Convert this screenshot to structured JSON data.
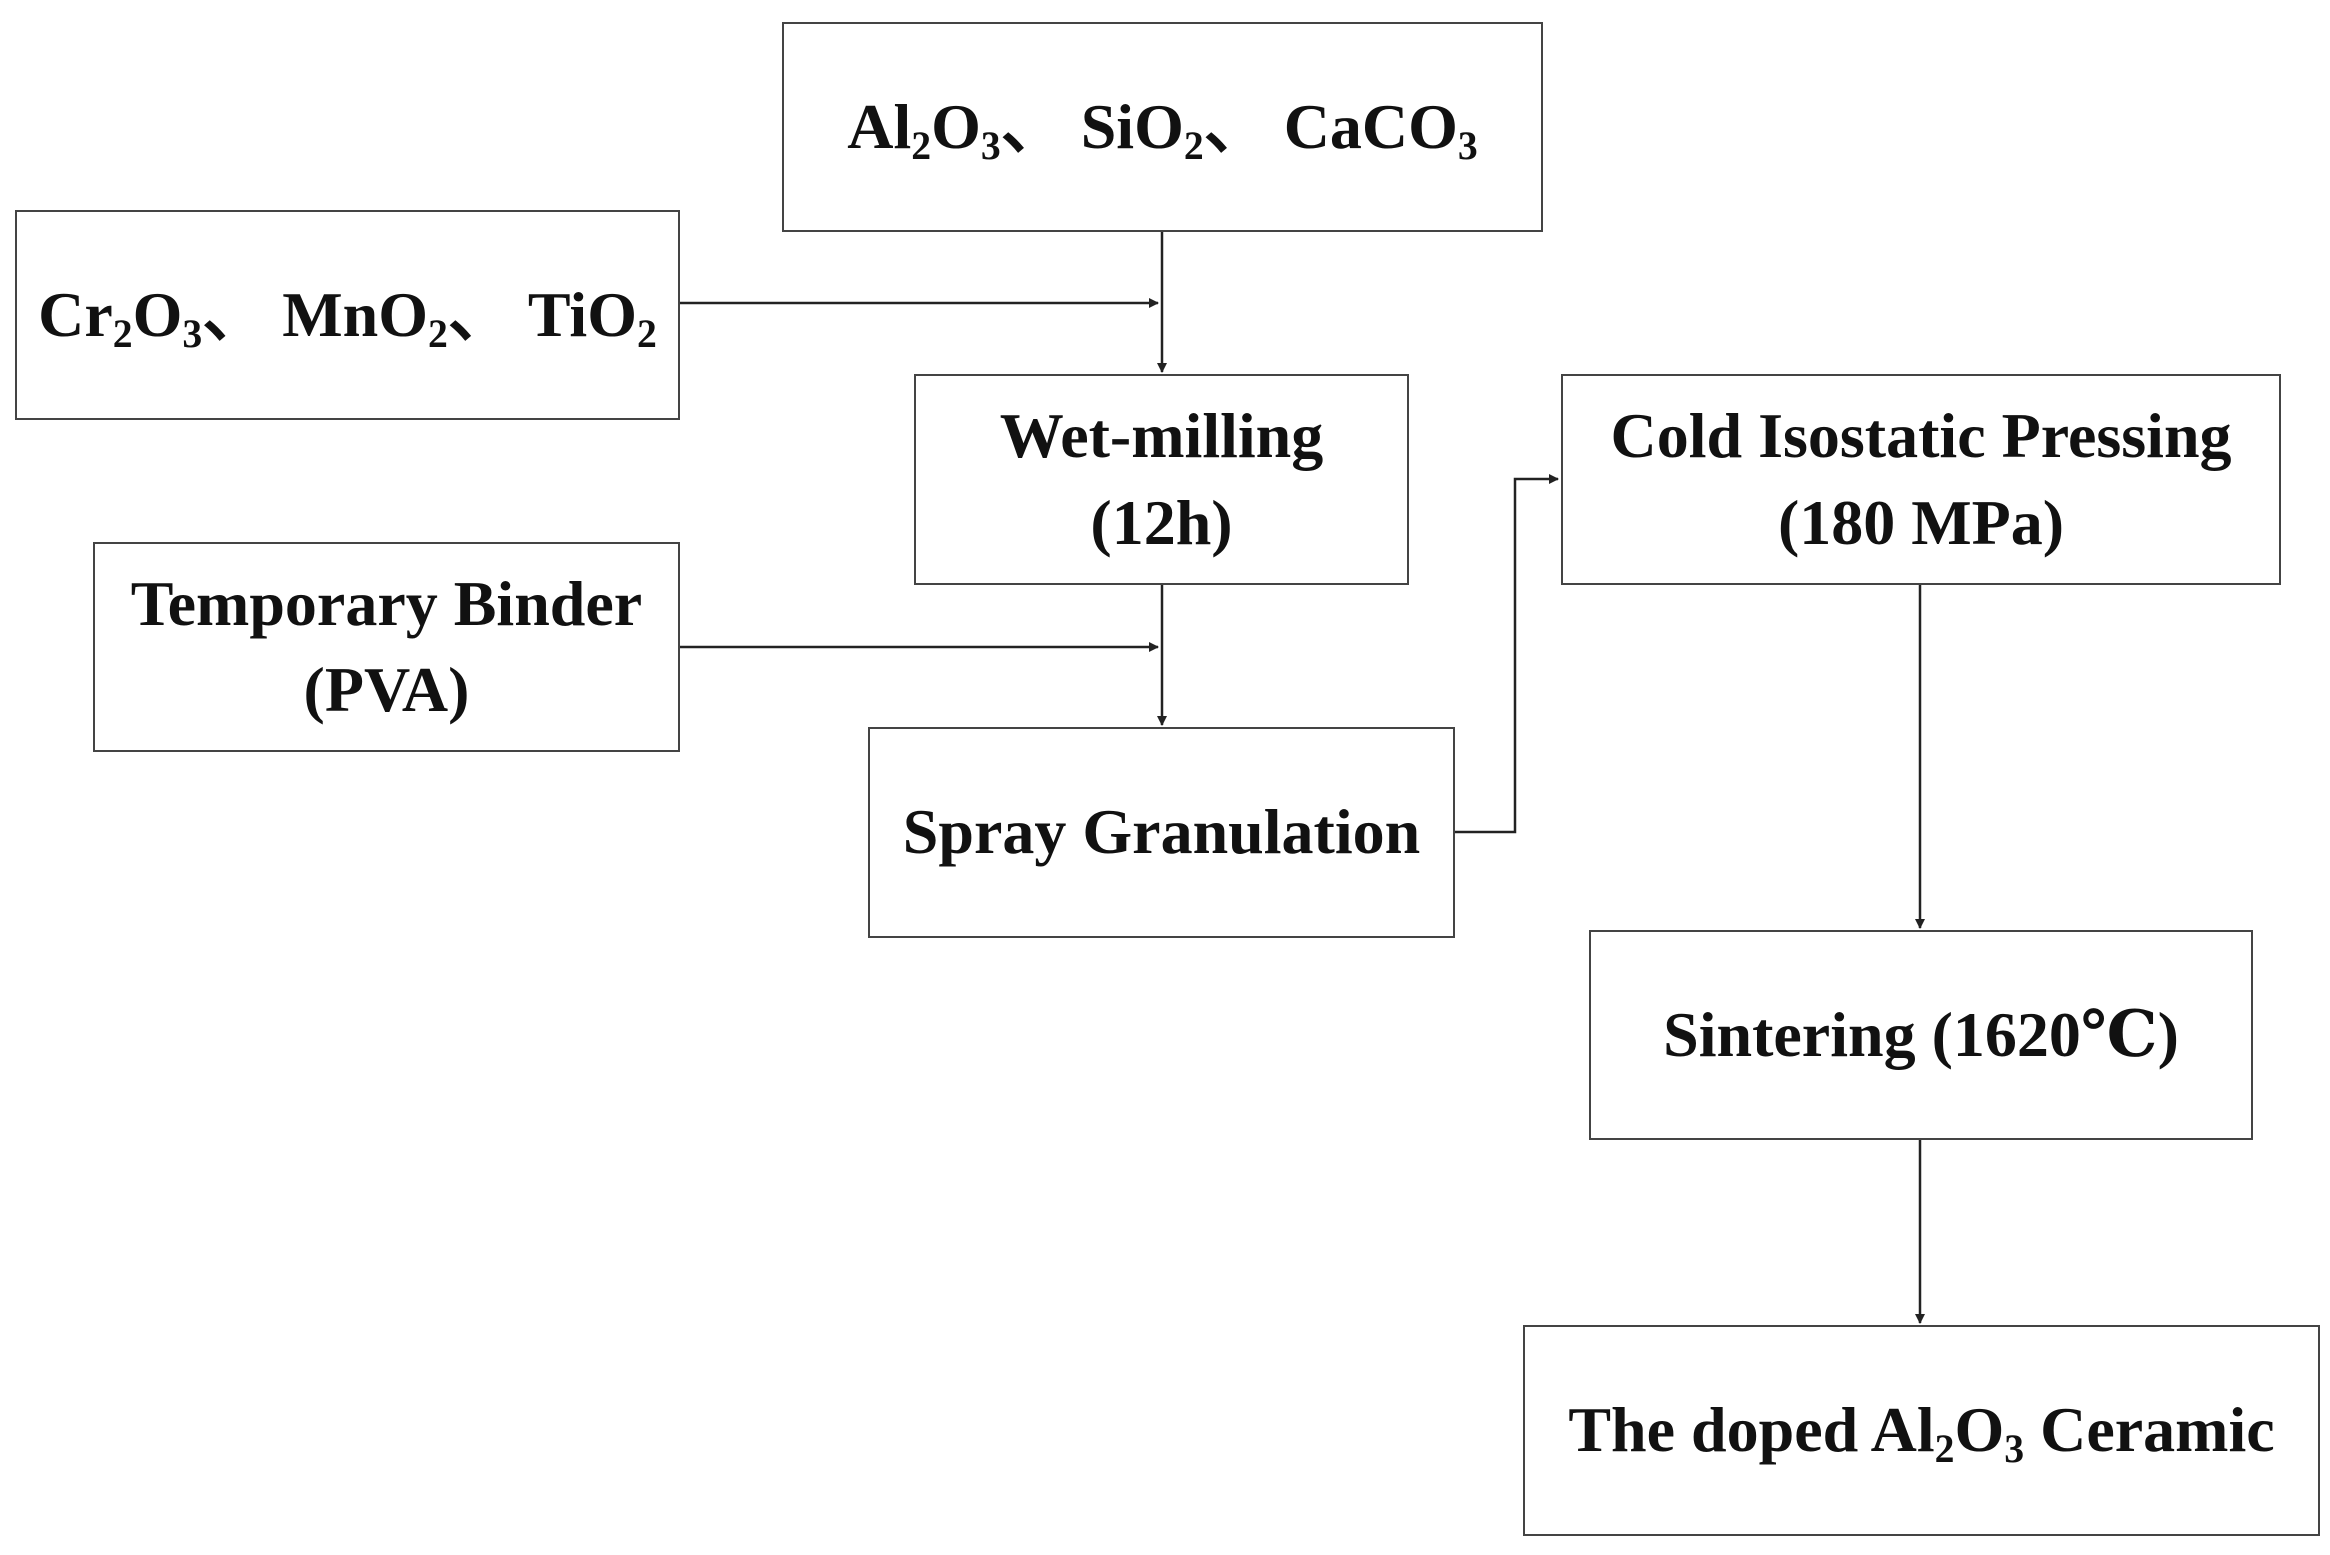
{
  "nodes": {
    "raw_main": {
      "parts": [
        {
          "t": "Al"
        },
        {
          "s": "2"
        },
        {
          "t": "O"
        },
        {
          "s": "3"
        },
        {
          "t": "、 SiO"
        },
        {
          "s": "2"
        },
        {
          "t": "、 CaCO"
        },
        {
          "s": "3"
        }
      ]
    },
    "dopants": {
      "parts": [
        {
          "t": "Cr"
        },
        {
          "s": "2"
        },
        {
          "t": "O"
        },
        {
          "s": "3"
        },
        {
          "t": "、 MnO"
        },
        {
          "s": "2"
        },
        {
          "t": "、 TiO"
        },
        {
          "s": "2"
        }
      ]
    },
    "wet_milling": {
      "line1": "Wet-milling",
      "line2": "(12h)"
    },
    "binder": {
      "line1": "Temporary Binder",
      "line2": "(PVA)"
    },
    "spray": {
      "line1": "Spray Granulation"
    },
    "cip": {
      "line1": "Cold Isostatic Pressing",
      "line2": "(180 MPa)"
    },
    "sintering": {
      "line1": "Sintering (1620℃)"
    },
    "product": {
      "parts": [
        {
          "t": "The doped Al"
        },
        {
          "s": "2"
        },
        {
          "t": "O"
        },
        {
          "s": "3"
        },
        {
          "t": " Ceramic"
        }
      ]
    }
  },
  "edges": [
    {
      "from": "raw_main",
      "to": "wet_milling"
    },
    {
      "from": "dopants",
      "to": "wet_milling"
    },
    {
      "from": "wet_milling",
      "to": "spray"
    },
    {
      "from": "binder",
      "to": "spray"
    },
    {
      "from": "spray",
      "to": "cip"
    },
    {
      "from": "cip",
      "to": "sintering"
    },
    {
      "from": "sintering",
      "to": "product"
    }
  ]
}
